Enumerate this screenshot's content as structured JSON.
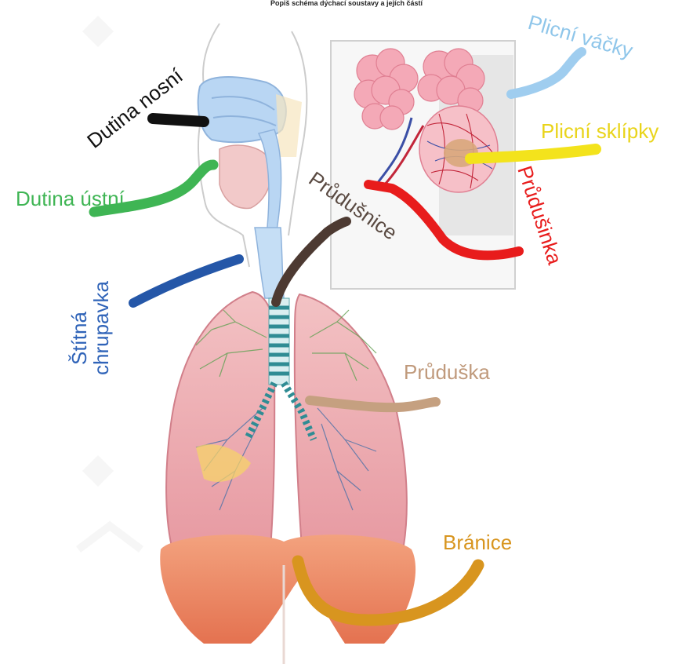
{
  "header_text": "Popiš schéma dýchací soustavy a jejích částí",
  "labels": {
    "dutina_nosni": {
      "text": "Dutina nosní",
      "color": "#111111"
    },
    "dutina_ustni": {
      "text": "Dutina ústní",
      "color": "#3fb554"
    },
    "stitna_chrupavka_1": {
      "text": "Štítná",
      "color": "#2f63b8"
    },
    "stitna_chrupavka_2": {
      "text": "chrupavka",
      "color": "#2f63b8"
    },
    "prudusnice": {
      "text": "Průdušnice",
      "color": "#5a4a42"
    },
    "plicni_vacky": {
      "text": "Plicní váčky",
      "color": "#8fc6ea"
    },
    "plicni_sklipky": {
      "text": "Plicní sklípky",
      "color": "#f3df1c"
    },
    "prudusinka": {
      "text": "Průdušinka",
      "color": "#e81c1c"
    },
    "pruduska": {
      "text": "Průduška",
      "color": "#c09a7c"
    },
    "branice": {
      "text": "Bránice",
      "color": "#d8951f"
    }
  },
  "marker_colors": {
    "black": "#111111",
    "green": "#3fb554",
    "blue": "#2557a8",
    "brown": "#4d3a32",
    "light_blue": "#9fcdef",
    "yellow": "#f3e31c",
    "red": "#e81c1c",
    "tan": "#c5a080",
    "orange": "#d8951f"
  }
}
